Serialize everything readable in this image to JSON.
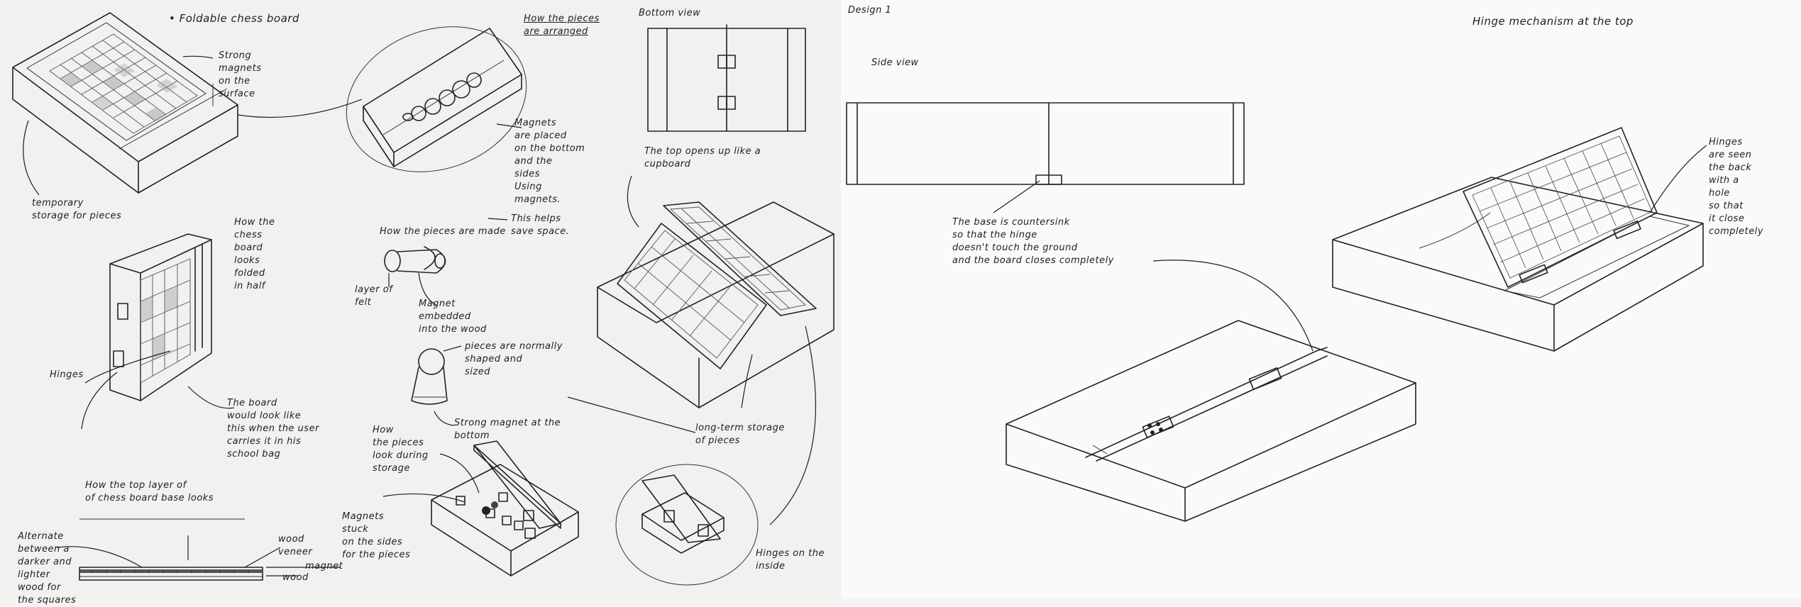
{
  "left_sheet": {
    "foldable_title": "• Foldable chess board",
    "strong_magnets": "Strong\nmagnets\non the\nsurface",
    "temporary_storage": "temporary\nstorage for pieces",
    "pieces_arranged": "How the pieces\nare arranged",
    "magnets_placed": "Magnets\nare placed\non the bottom\nand the\nsides\nUsing\nmagnets.",
    "helps_save_space": "This helps\nsave space.",
    "pieces_made": "How the pieces are made",
    "layer_felt": "layer of\nfelt",
    "magnet_embedded": "Magnet\nembedded\ninto the wood",
    "pieces_normally": "pieces are normally\nshaped and\nsized",
    "strong_magnet_bottom": "Strong magnet at the\nbottom",
    "board_folded": "How the\nchess\nboard\nlooks\nfolded\nin half",
    "hinges": "Hinges",
    "board_carries": "The board\nwould look like\nthis when the user\ncarries it in his\nschool bag",
    "top_layer": "How the top layer of\nof chess board base looks",
    "alternate": "Alternate\nbetween a\ndarker and\nlighter\nwood for\nthe squares",
    "wood_veneer": "wood\nveneer",
    "magnet": "magnet",
    "wood": "wood",
    "pieces_storage": "How\nthe pieces\nlook during\nstorage",
    "magnets_stuck": "Magnets\nstuck\non the sides\nfor the pieces",
    "bottom_view": "Bottom view",
    "top_opens": "The top opens up like a\ncupboard",
    "long_term": "long-term storage\nof pieces",
    "hinges_inside": "Hinges on the\ninside"
  },
  "right_sheet": {
    "design_label": "Design 1",
    "side_view": "Side view",
    "countersink": "The base is countersink\nso that the hinge\ndoesn't touch the ground\nand the board closes completely",
    "hinge_top": "Hinge mechanism at the top",
    "hinges_back": "Hinges\nare seen\nthe back\nwith a\nhole\nso that\nit close\ncompletely"
  }
}
